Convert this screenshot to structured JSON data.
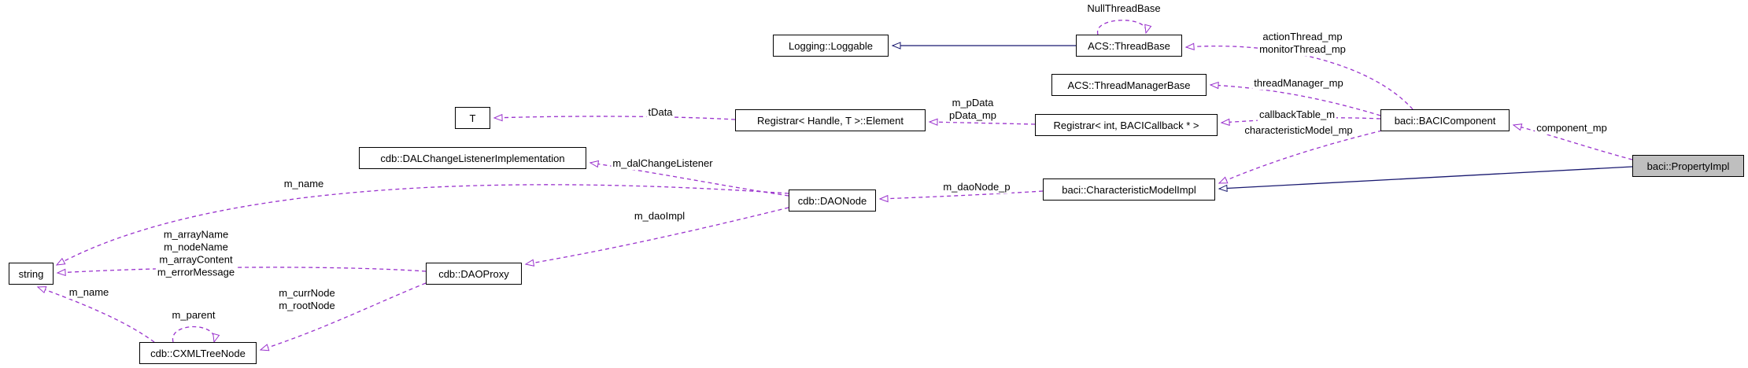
{
  "diagram": {
    "kind": "collaboration-graph",
    "highlighted_node": "baci::PropertyImpl",
    "colors": {
      "usage_edge": "#9a32cd",
      "inheritance_edge": "#191970",
      "node_border": "#000000",
      "node_fill": "#ffffff",
      "highlight_fill": "#bfbfbf",
      "background": "#ffffff"
    }
  },
  "nodes": {
    "loggable": {
      "label": "Logging::Loggable"
    },
    "threadbase": {
      "label": "ACS::ThreadBase"
    },
    "threadmanagerbase": {
      "label": "ACS::ThreadManagerBase"
    },
    "t": {
      "label": "T"
    },
    "registrarElement": {
      "label": "Registrar< Handle, T >::Element"
    },
    "registrarInt": {
      "label": "Registrar< int, BACICallback * >"
    },
    "baciComponent": {
      "label": "baci::BACIComponent"
    },
    "propertyImpl": {
      "label": "baci::PropertyImpl"
    },
    "dalChangeListenerImpl": {
      "label": "cdb::DALChangeListenerImplementation"
    },
    "daoNode": {
      "label": "cdb::DAONode"
    },
    "characteristicModelImpl": {
      "label": "baci::CharacteristicModelImpl"
    },
    "string": {
      "label": "string"
    },
    "daoProxy": {
      "label": "cdb::DAOProxy"
    },
    "cxmlTreeNode": {
      "label": "cdb::CXMLTreeNode"
    }
  },
  "edges": {
    "nullThreadBase": {
      "label": "NullThreadBase"
    },
    "actionThread": {
      "label": "actionThread_mp\nmonitorThread_mp"
    },
    "threadManager": {
      "label": "threadManager_mp"
    },
    "tData": {
      "label": "tData"
    },
    "pData": {
      "label": "m_pData\npData_mp"
    },
    "callbackTable": {
      "label": "callbackTable_m"
    },
    "characteristicModel": {
      "label": "characteristicModel_mp"
    },
    "componentMp": {
      "label": "component_mp"
    },
    "dalChangeListener": {
      "label": "m_dalChangeListener"
    },
    "daoNodeP": {
      "label": "m_daoNode_p"
    },
    "daoNodeName": {
      "label": "m_name"
    },
    "daoImpl": {
      "label": "m_daoImpl"
    },
    "proxyStrings": {
      "label": "m_arrayName\nm_nodeName\nm_arrayContent\nm_errorMessage"
    },
    "treeNodeName": {
      "label": "m_name"
    },
    "currNode": {
      "label": "m_currNode\nm_rootNode"
    },
    "parent": {
      "label": "m_parent"
    }
  }
}
